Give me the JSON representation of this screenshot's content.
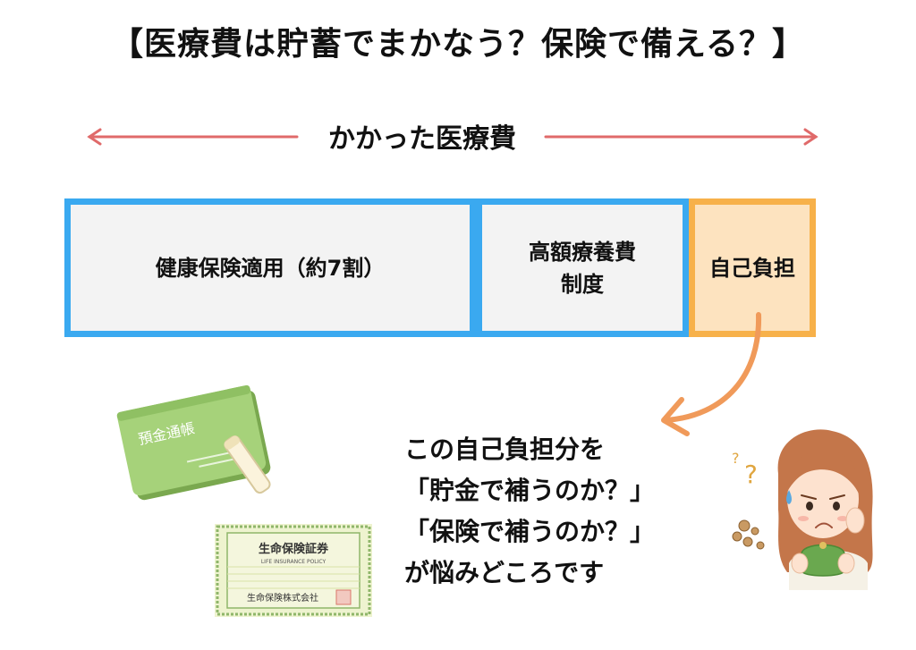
{
  "title": "【医療費は貯蓄でまかなう？保険で備える？】",
  "cost_label": "かかった医療費",
  "segments": [
    {
      "label": "健康保険適用（約7割）"
    },
    {
      "label_line1": "高額療養費",
      "label_line2": "制度"
    },
    {
      "label": "自己負担"
    }
  ],
  "question_lines": [
    "この自己負担分を",
    "「貯金で補うのか？」",
    "「保険で補うのか？」",
    "が悩みどころです"
  ],
  "passbook": {
    "label": "預金通帳"
  },
  "policy": {
    "title": "生命保険証券",
    "subtitle": "LIFE INSURANCE POLICY",
    "company": "生命保険株式会社"
  },
  "colors": {
    "arrow": "#e06a6a",
    "blue_border": "#3aa9f0",
    "orange_border": "#f7b14a",
    "orange_fill": "#fde3bf",
    "curve_arrow": "#f09a5a"
  }
}
